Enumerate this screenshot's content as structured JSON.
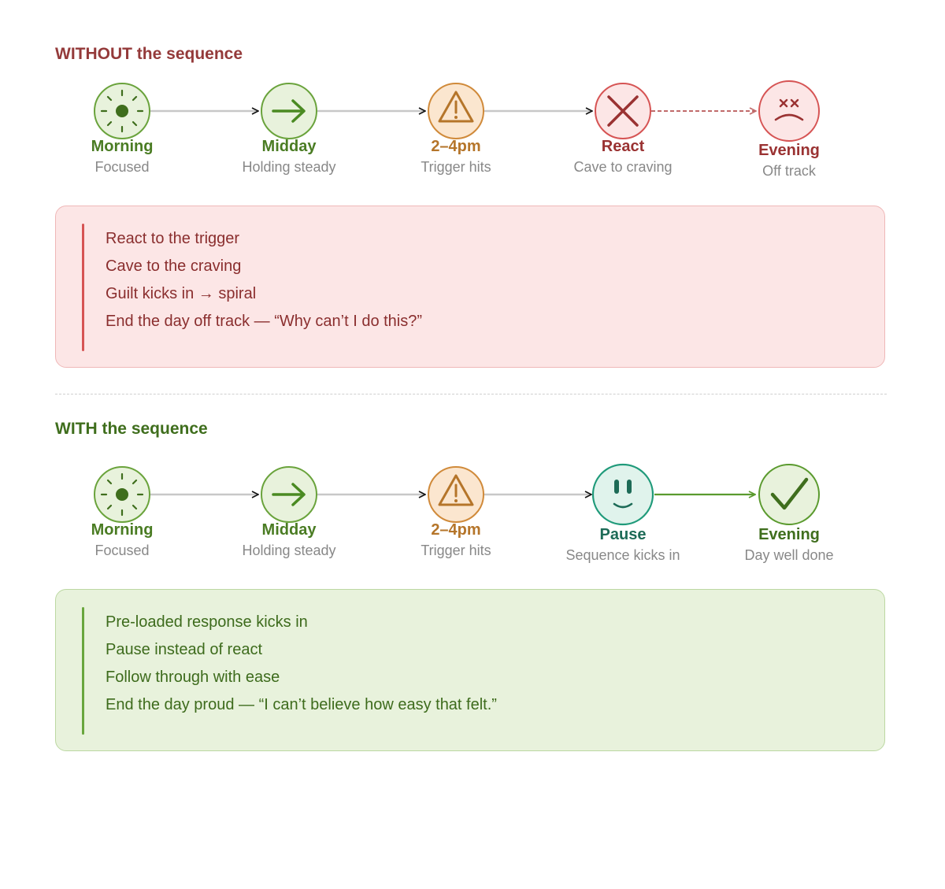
{
  "without": {
    "title": "WITHOUT the sequence",
    "nodes": [
      {
        "label": "Morning",
        "sub": "Focused",
        "icon": "sun-icon"
      },
      {
        "label": "Midday",
        "sub": "Holding steady",
        "icon": "arrow-right-icon"
      },
      {
        "label": "2–4pm",
        "sub": "Trigger hits",
        "icon": "warning-icon"
      },
      {
        "label": "React",
        "sub": "Cave to craving",
        "icon": "x-icon"
      },
      {
        "label": "Evening",
        "sub": "Off track",
        "icon": "dizzy-sad-face-icon"
      }
    ],
    "items": [
      "React to the trigger",
      "Cave to the craving",
      "Guilt kicks in → spiral",
      "End the day off track — “Why can’t I do this?”"
    ]
  },
  "with": {
    "title": "WITH the sequence",
    "nodes": [
      {
        "label": "Morning",
        "sub": "Focused",
        "icon": "sun-icon"
      },
      {
        "label": "Midday",
        "sub": "Holding steady",
        "icon": "arrow-right-icon"
      },
      {
        "label": "2–4pm",
        "sub": "Trigger hits",
        "icon": "warning-icon"
      },
      {
        "label": "Pause",
        "sub": "Sequence kicks in",
        "icon": "smiley-face-icon"
      },
      {
        "label": "Evening",
        "sub": "Day well done",
        "icon": "checkmark-icon"
      }
    ],
    "items": [
      "Pre-loaded response kicks in",
      "Pause instead of react",
      "Follow through with ease",
      "End the day proud — “I can’t believe how easy that felt.”"
    ]
  },
  "colors": {
    "bad_title": "#943a3a",
    "good_title": "#3f6e1d",
    "bad_panel": "#fce6e6",
    "good_panel": "#e8f2dc",
    "green": "#69a63d",
    "amber": "#d08a3a",
    "red": "#d65454",
    "teal": "#1f9a7a"
  }
}
